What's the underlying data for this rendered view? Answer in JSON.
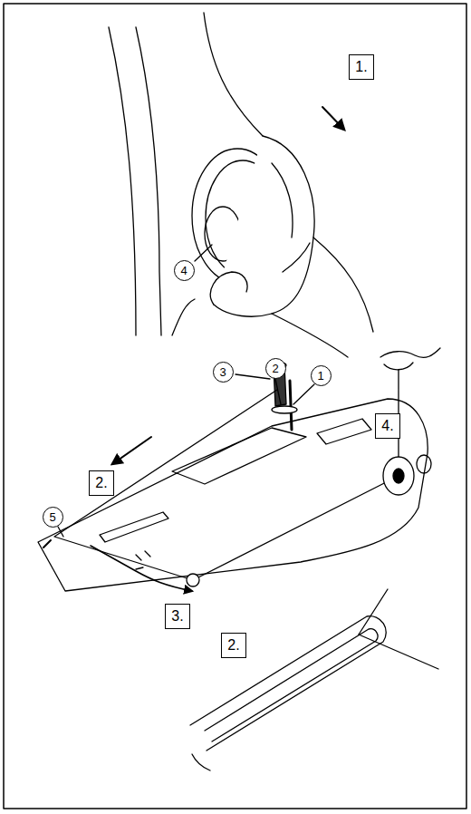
{
  "diagram": {
    "nodes": [
      {
        "text": [
          "1."
        ]
      },
      {
        "text": [
          "4"
        ]
      },
      {
        "text": [
          "3"
        ]
      },
      {
        "text": [
          "2"
        ]
      },
      {
        "text": [
          "1"
        ]
      },
      {
        "text": [
          "4."
        ]
      },
      {
        "text": [
          "2."
        ]
      },
      {
        "text": [
          "5"
        ]
      },
      {
        "text": [
          "3."
        ]
      },
      {
        "text": [
          "2."
        ]
      }
    ]
  }
}
